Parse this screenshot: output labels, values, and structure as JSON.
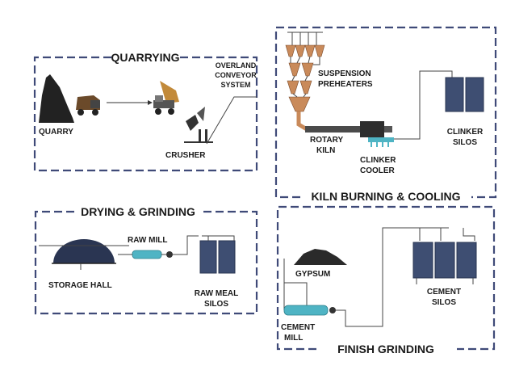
{
  "sections": {
    "quarrying": "QUARRYING",
    "kiln": "KILN BURNING & COOLING",
    "drying": "DRYING & GRINDING",
    "finish": "FINISH GRINDING"
  },
  "labels": {
    "quarry": "QUARRY",
    "crusher": "CRUSHER",
    "overland_1": "OVERLAND",
    "overland_2": "CONVEYOR",
    "overland_3": "SYSTEM",
    "suspension_1": "SUSPENSION",
    "suspension_2": "PREHEATERS",
    "rotary_1": "ROTARY",
    "rotary_2": "KILN",
    "clinker_cooler_1": "CLINKER",
    "clinker_cooler_2": "COOLER",
    "clinker_silos_1": "CLINKER",
    "clinker_silos_2": "SILOS",
    "raw_mill": "RAW MILL",
    "storage_hall": "STORAGE HALL",
    "raw_meal_1": "RAW MEAL",
    "raw_meal_2": "SILOS",
    "gypsum": "GYPSUM",
    "cement_mill_1": "CEMENT",
    "cement_mill_2": "MILL",
    "cement_silos_1": "CEMENT",
    "cement_silos_2": "SILOS"
  },
  "colors": {
    "frame": "#3f4a78",
    "silo": "#3e4e72",
    "preheater": "#c98a5a",
    "mill": "#4fb4c4"
  }
}
